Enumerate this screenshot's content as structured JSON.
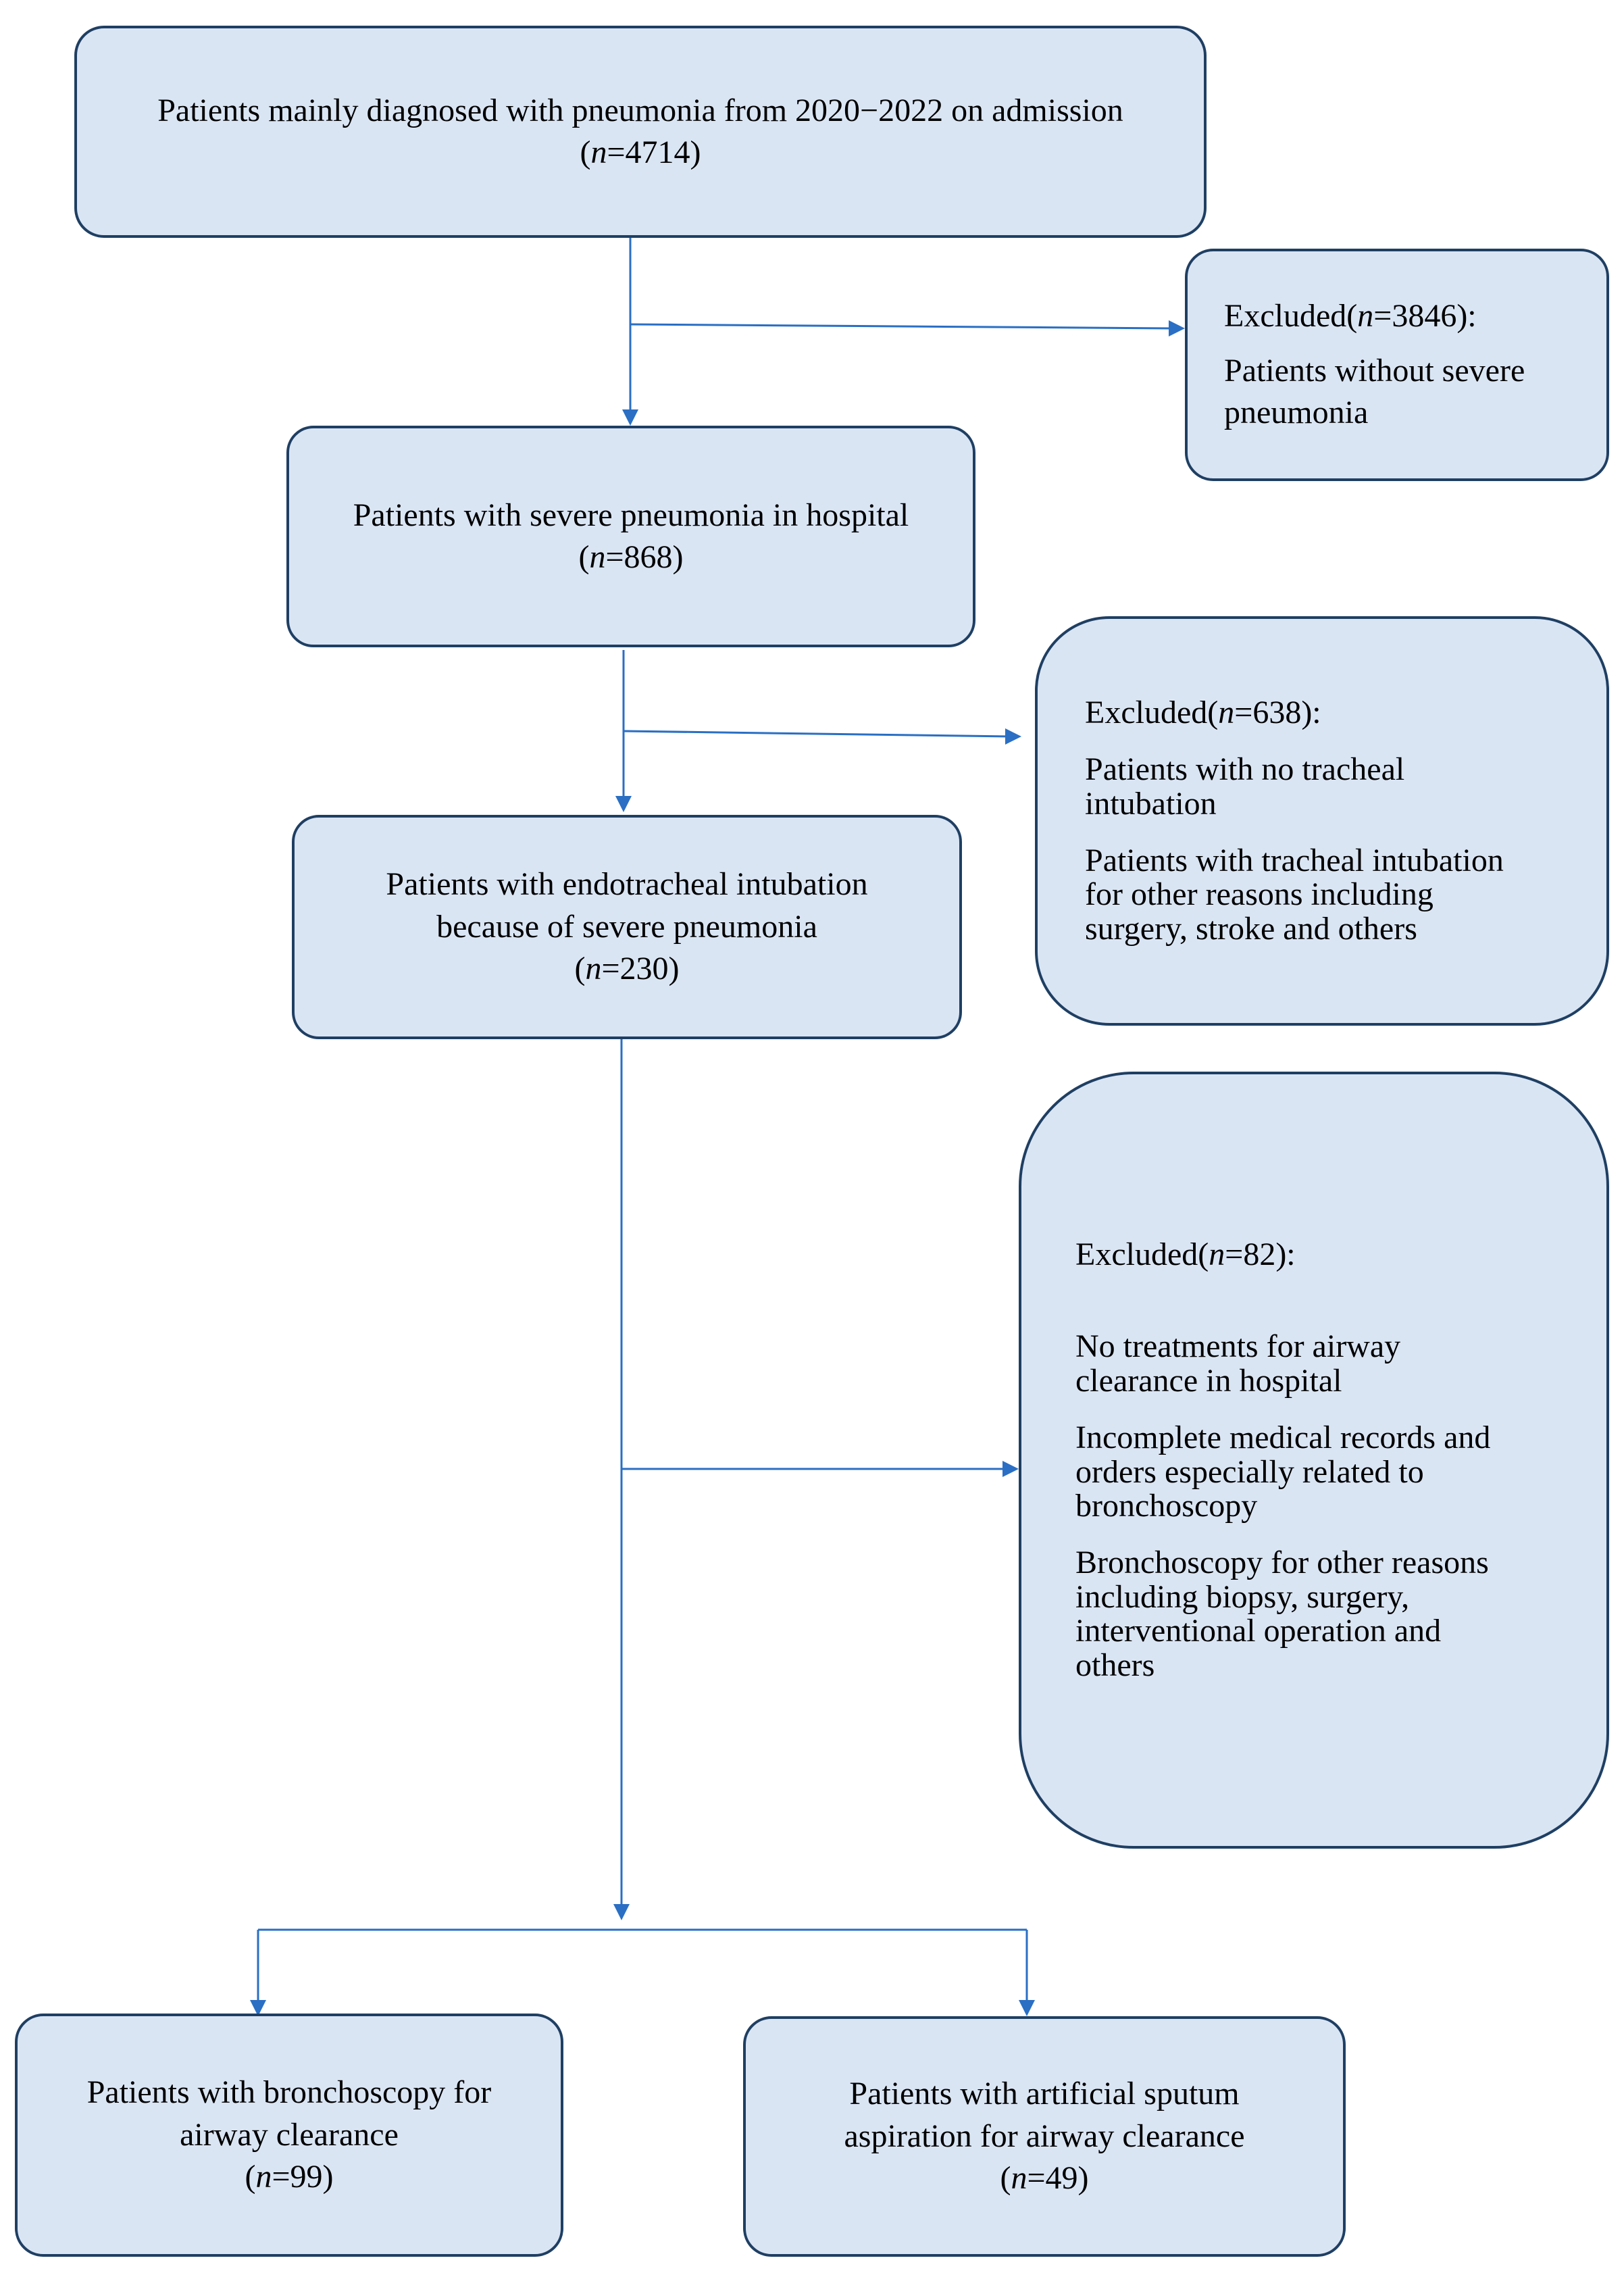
{
  "diagram": {
    "colors": {
      "box_fill": "#dae5f4",
      "box_border": "#1f3f63",
      "arrow": "#2a6fc4"
    },
    "boxes": {
      "admission": {
        "line1": "Patients mainly diagnosed with pneumonia from 2020−2022 on admission",
        "n_prefix": "(",
        "n_var": "n",
        "n_value": "=4714)"
      },
      "severe": {
        "line1": "Patients with severe pneumonia in hospital",
        "n_prefix": "(",
        "n_var": "n",
        "n_value": "=868)"
      },
      "intubation": {
        "line1": "Patients with endotracheal intubation",
        "line2": "because of severe pneumonia",
        "n_prefix": "(",
        "n_var": "n",
        "n_value": "=230)"
      },
      "bronchoscopy": {
        "line1": "Patients with bronchoscopy for",
        "line2": "airway clearance",
        "n_prefix": "(",
        "n_var": "n",
        "n_value": "=99)"
      },
      "sputum": {
        "line1": "Patients with artificial sputum",
        "line2": "aspiration for airway clearance",
        "n_prefix": "(",
        "n_var": "n",
        "n_value": "=49)"
      }
    },
    "exclusions": {
      "excl1": {
        "head_prefix": "Excluded(",
        "n_var": "n",
        "head_suffix": "=3846):",
        "reason1_line1": "Patients without severe",
        "reason1_line2": "pneumonia"
      },
      "excl2": {
        "head_prefix": "Excluded(",
        "n_var": "n",
        "head_suffix": "=638):",
        "reason1_line1": "Patients with no tracheal",
        "reason1_line2": "intubation",
        "reason2_line1": "Patients with tracheal intubation",
        "reason2_line2": "for other reasons including",
        "reason2_line3": "surgery, stroke and others"
      },
      "excl3": {
        "head_prefix": "Excluded(",
        "n_var": "n",
        "head_suffix": "=82):",
        "reason1_line1": "No treatments for airway",
        "reason1_line2": "clearance in hospital",
        "reason2_line1": "Incomplete medical records and",
        "reason2_line2": "orders especially related to",
        "reason2_line3": "bronchoscopy",
        "reason3_line1": "Bronchoscopy for other reasons",
        "reason3_line2": "including biopsy, surgery,",
        "reason3_line3": "interventional operation and",
        "reason3_line4": "others"
      }
    }
  }
}
